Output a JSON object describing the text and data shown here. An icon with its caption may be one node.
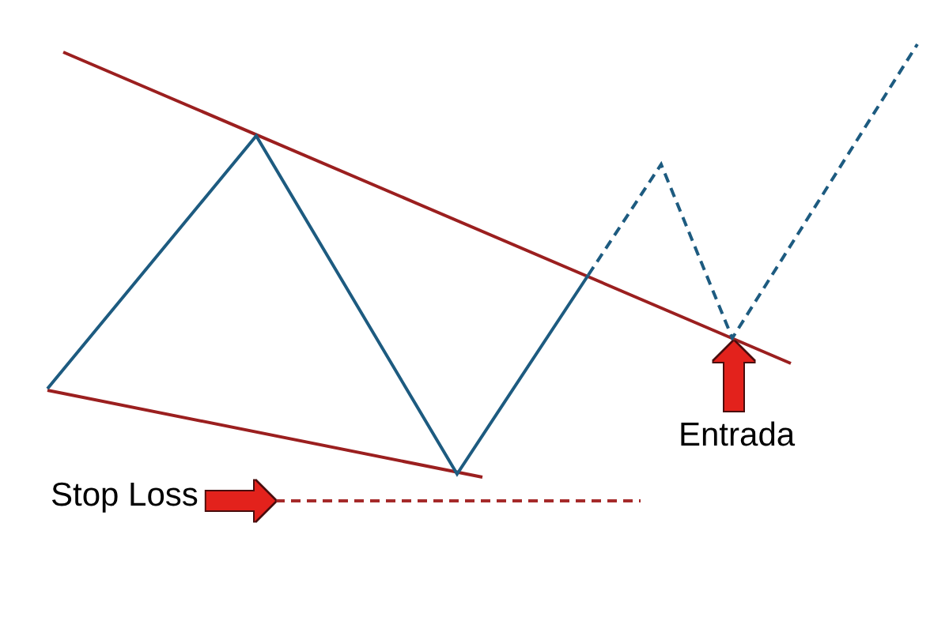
{
  "diagram": {
    "nodes": [
      {
        "text": [
          "Entrada"
        ]
      },
      {
        "text": [
          "Stop Loss"
        ]
      },
      {
        "text": [],
        "shape": "line"
      }
    ],
    "edges": [
      {
        "from": 0,
        "to": null,
        "arrow": "to"
      },
      {
        "from": 1,
        "to": 2,
        "arrow": "to"
      }
    ]
  }
}
